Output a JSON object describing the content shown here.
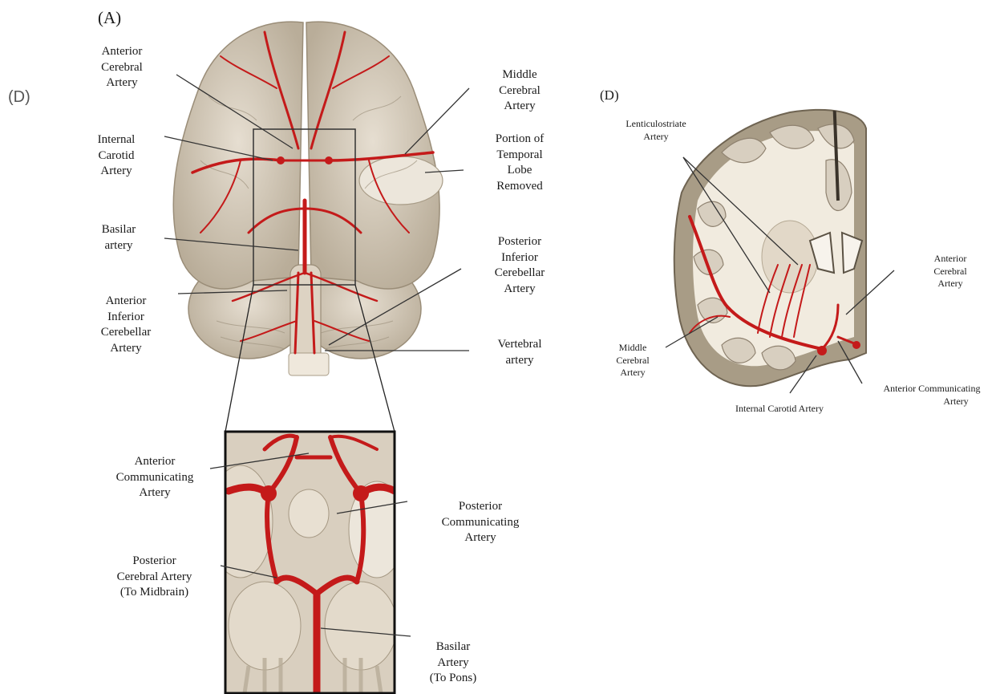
{
  "outer_panel_label": "(D)",
  "panel_a": {
    "label": "(A)",
    "labels": {
      "anterior_cerebral": [
        "Anterior",
        "Cerebral",
        "Artery"
      ],
      "internal_carotid": [
        "Internal",
        "Carotid",
        "Artery"
      ],
      "basilar": [
        "Basilar",
        "artery"
      ],
      "anterior_inferior_cerebellar": [
        "Anterior",
        "Inferior",
        "Cerebellar",
        "Artery"
      ],
      "middle_cerebral": [
        "Middle",
        "Cerebral",
        "Artery"
      ],
      "temporal_lobe": [
        "Portion of",
        "Temporal",
        "Lobe",
        "Removed"
      ],
      "posterior_inferior_cerebellar": [
        "Posterior",
        "Inferior",
        "Cerebellar",
        "Artery"
      ],
      "vertebral": [
        "Vertebral",
        "artery"
      ]
    }
  },
  "inset": {
    "labels": {
      "anterior_communicating": [
        "Anterior",
        "Communicating",
        "Artery"
      ],
      "posterior_cerebral": [
        "Posterior",
        "Cerebral Artery",
        "(To Midbrain)"
      ],
      "posterior_communicating": [
        "Posterior",
        "Communicating",
        "Artery"
      ],
      "basilar": [
        "Basilar",
        "Artery",
        "(To Pons)"
      ]
    }
  },
  "panel_d": {
    "label": "(D)",
    "labels": {
      "lenticulostriate": [
        "Lenticulostriate",
        "Artery"
      ],
      "anterior_cerebral": [
        "Anterior",
        "Cerebral",
        "Artery"
      ],
      "middle_cerebral": [
        "Middle",
        "Cerebral",
        "Artery"
      ],
      "internal_carotid": [
        "Internal Carotid Artery"
      ],
      "anterior_communicating": [
        "Anterior Communicating",
        "Artery"
      ]
    }
  },
  "colors": {
    "artery": "#c41a1a",
    "brain_tissue": "#d8cfc0",
    "gyrus_outline": "#8f8270",
    "white_matter": "#f1ebdf",
    "leader_line": "#333333"
  }
}
